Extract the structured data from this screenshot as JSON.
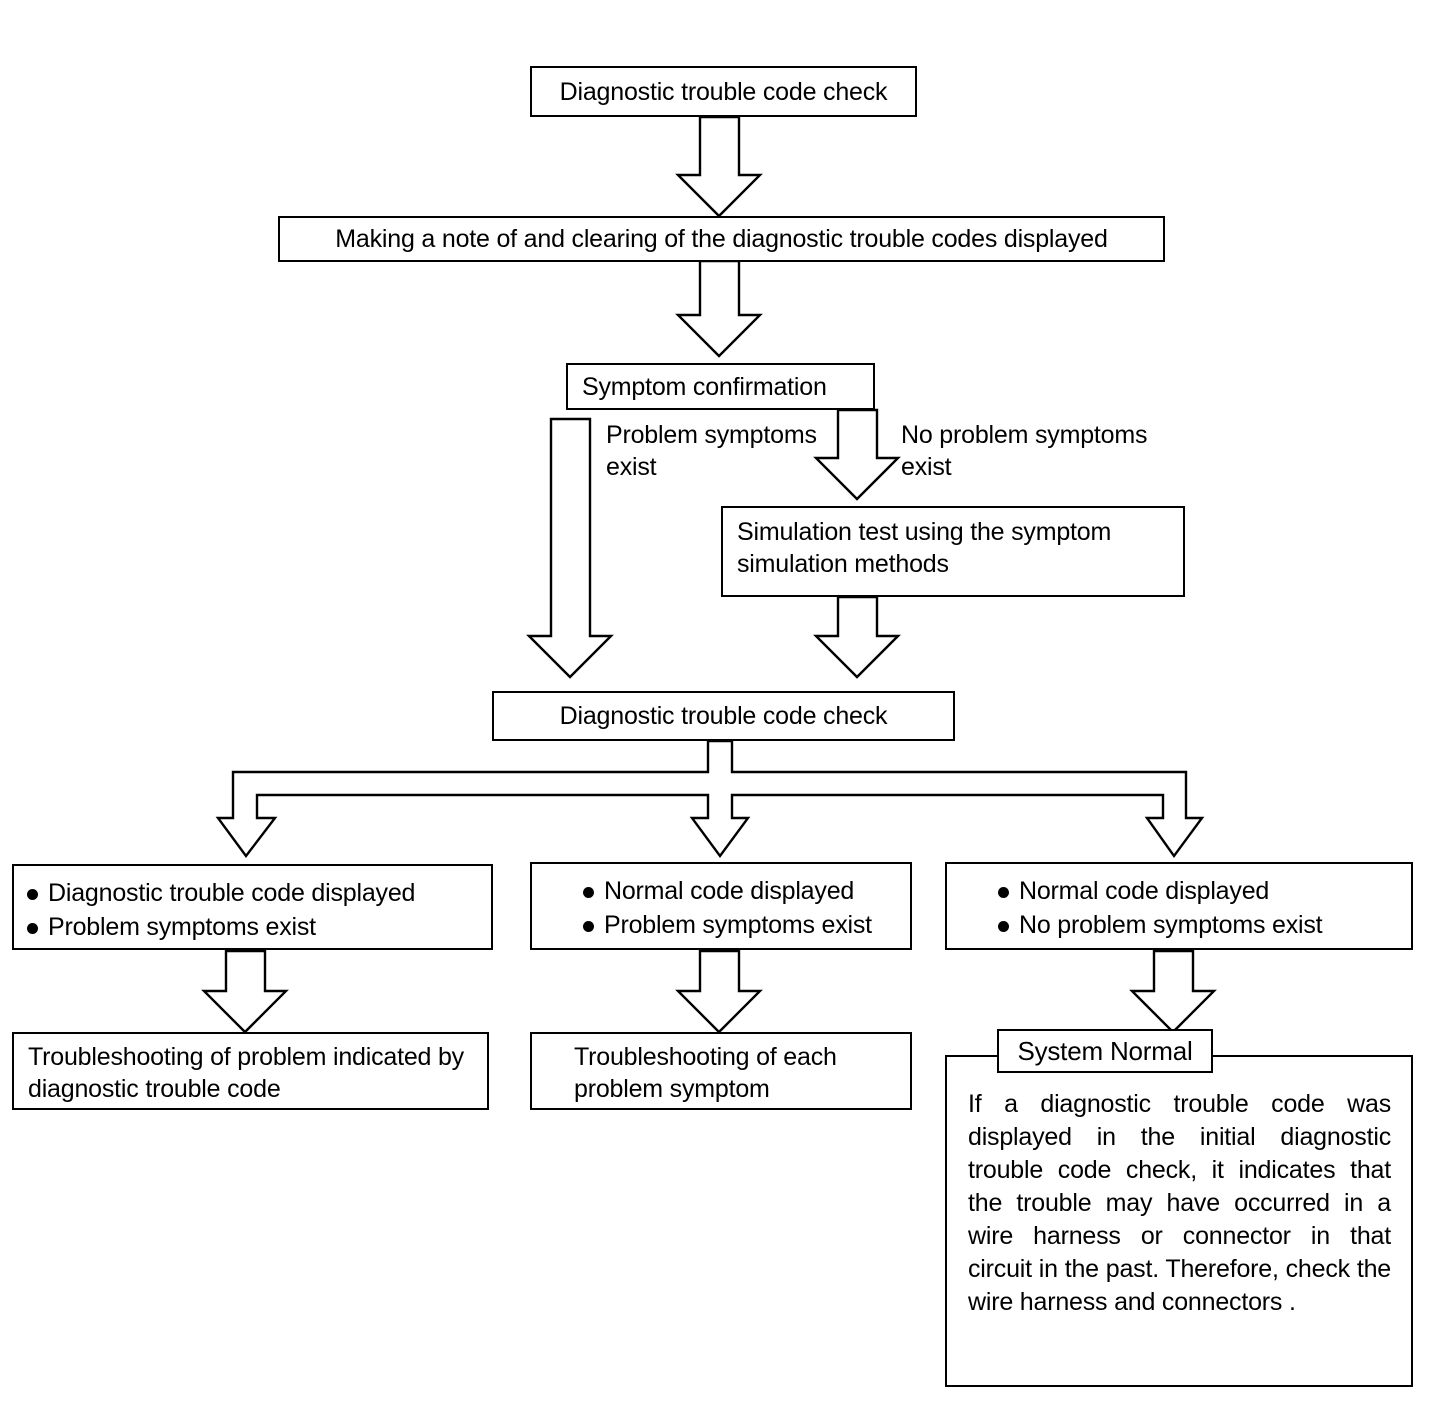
{
  "diagram": {
    "title": "Diagnostic trouble code check flowchart",
    "colors": {
      "line": "#000000",
      "background": "#ffffff",
      "text": "#000000"
    },
    "nodes": {
      "start": {
        "label": "Diagnostic trouble code check"
      },
      "clear": {
        "label": "Making a note of and clearing of the diagnostic trouble codes displayed"
      },
      "symptom_confirmation": {
        "label": "Symptom confirmation"
      },
      "simulation": {
        "label": "Simulation test using the symptom simulation methods"
      },
      "dtc_check2": {
        "label": "Diagnostic trouble code check"
      },
      "result_left": {
        "items": [
          "Diagnostic trouble code displayed",
          "Problem symptoms exist"
        ]
      },
      "result_center": {
        "items": [
          "Normal code displayed",
          "Problem symptoms exist"
        ]
      },
      "result_right": {
        "items": [
          "Normal code displayed",
          "No problem symptoms exist"
        ]
      },
      "action_left": {
        "label": "Troubleshooting of problem indicated by diagnostic trouble code"
      },
      "action_center": {
        "label": "Troubleshooting of each problem symptom"
      },
      "system_normal": {
        "title": "System Normal",
        "body": "If a diagnostic trouble code was displayed in the initial diagnostic trouble code check, it indicates that the trouble may have occurred in a wire harness or connector in that circuit in the past. Therefore, check the wire harness and connectors ."
      }
    },
    "edge_labels": {
      "problem_exists": "Problem symptoms\nexist",
      "no_problem_exists": "No problem symptoms\nexist"
    }
  }
}
